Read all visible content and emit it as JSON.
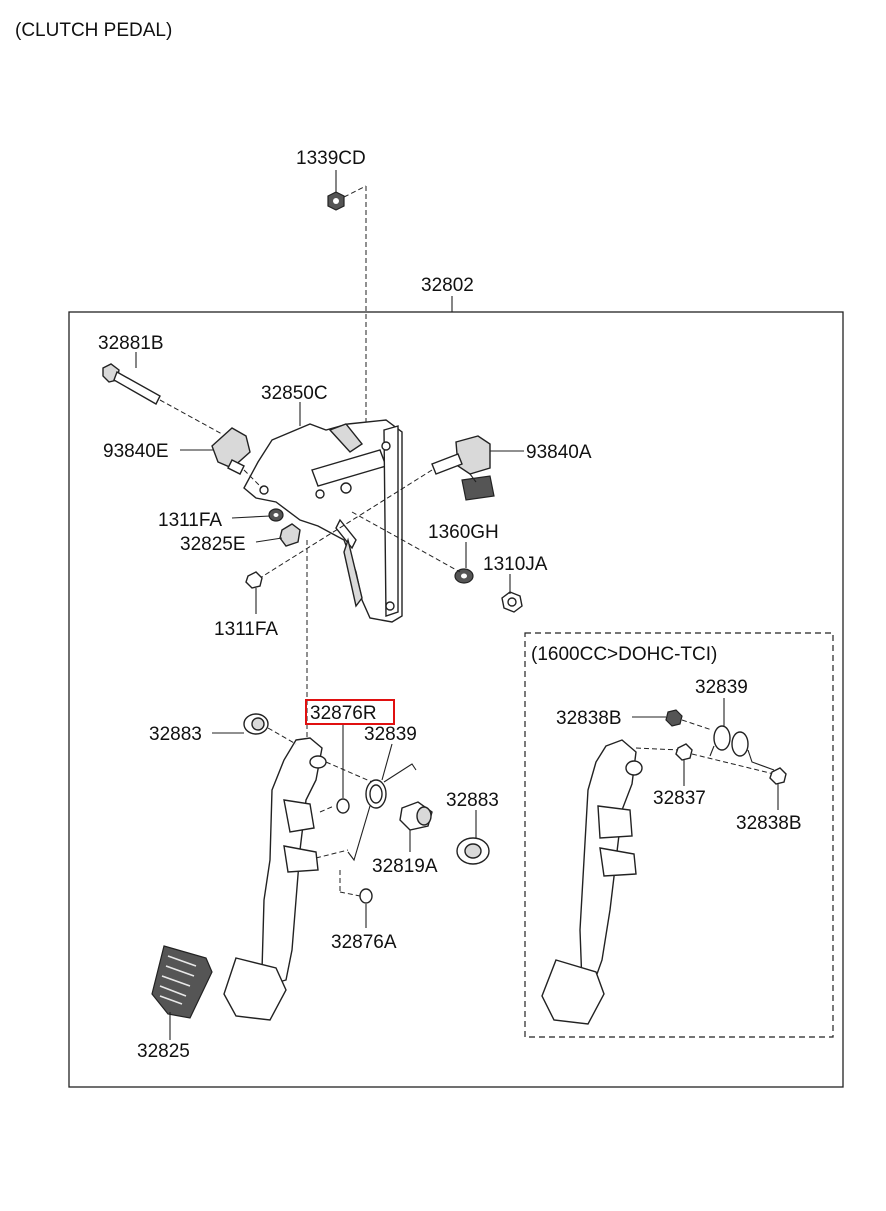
{
  "title": "(CLUTCH PEDAL)",
  "variant_label": "(1600CC>DOHC-TCI)",
  "highlight_color": "#e01010",
  "parts": {
    "p1339CD": "1339CD",
    "p32802": "32802",
    "p32881B": "32881B",
    "p32850C": "32850C",
    "p93840E": "93840E",
    "p93840A": "93840A",
    "p1311FA_a": "1311FA",
    "p32825E": "32825E",
    "p1360GH": "1360GH",
    "p1310JA": "1310JA",
    "p1311FA_b": "1311FA",
    "p32876R": "32876R",
    "p32883_a": "32883",
    "p32839_a": "32839",
    "p32883_b": "32883",
    "p32819A": "32819A",
    "p32876A": "32876A",
    "p32825": "32825",
    "p32839_b": "32839",
    "p32838B_a": "32838B",
    "p32837": "32837",
    "p32838B_b": "32838B"
  }
}
